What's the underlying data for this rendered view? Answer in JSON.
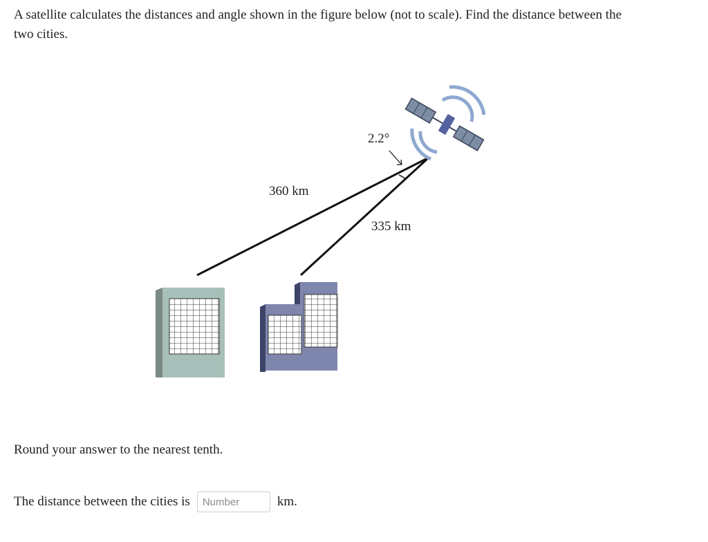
{
  "problem": {
    "text": "A satellite calculates the distances and angle shown in the figure below (not to scale). Find the distance between the two cities."
  },
  "figure": {
    "angle_label": "2.2°",
    "distance_a_label": "360 km",
    "distance_b_label": "335 km"
  },
  "instruction": "Round your answer to the nearest tenth.",
  "answer": {
    "prefix": "The distance between the cities is",
    "placeholder": "Number",
    "unit": "km."
  }
}
